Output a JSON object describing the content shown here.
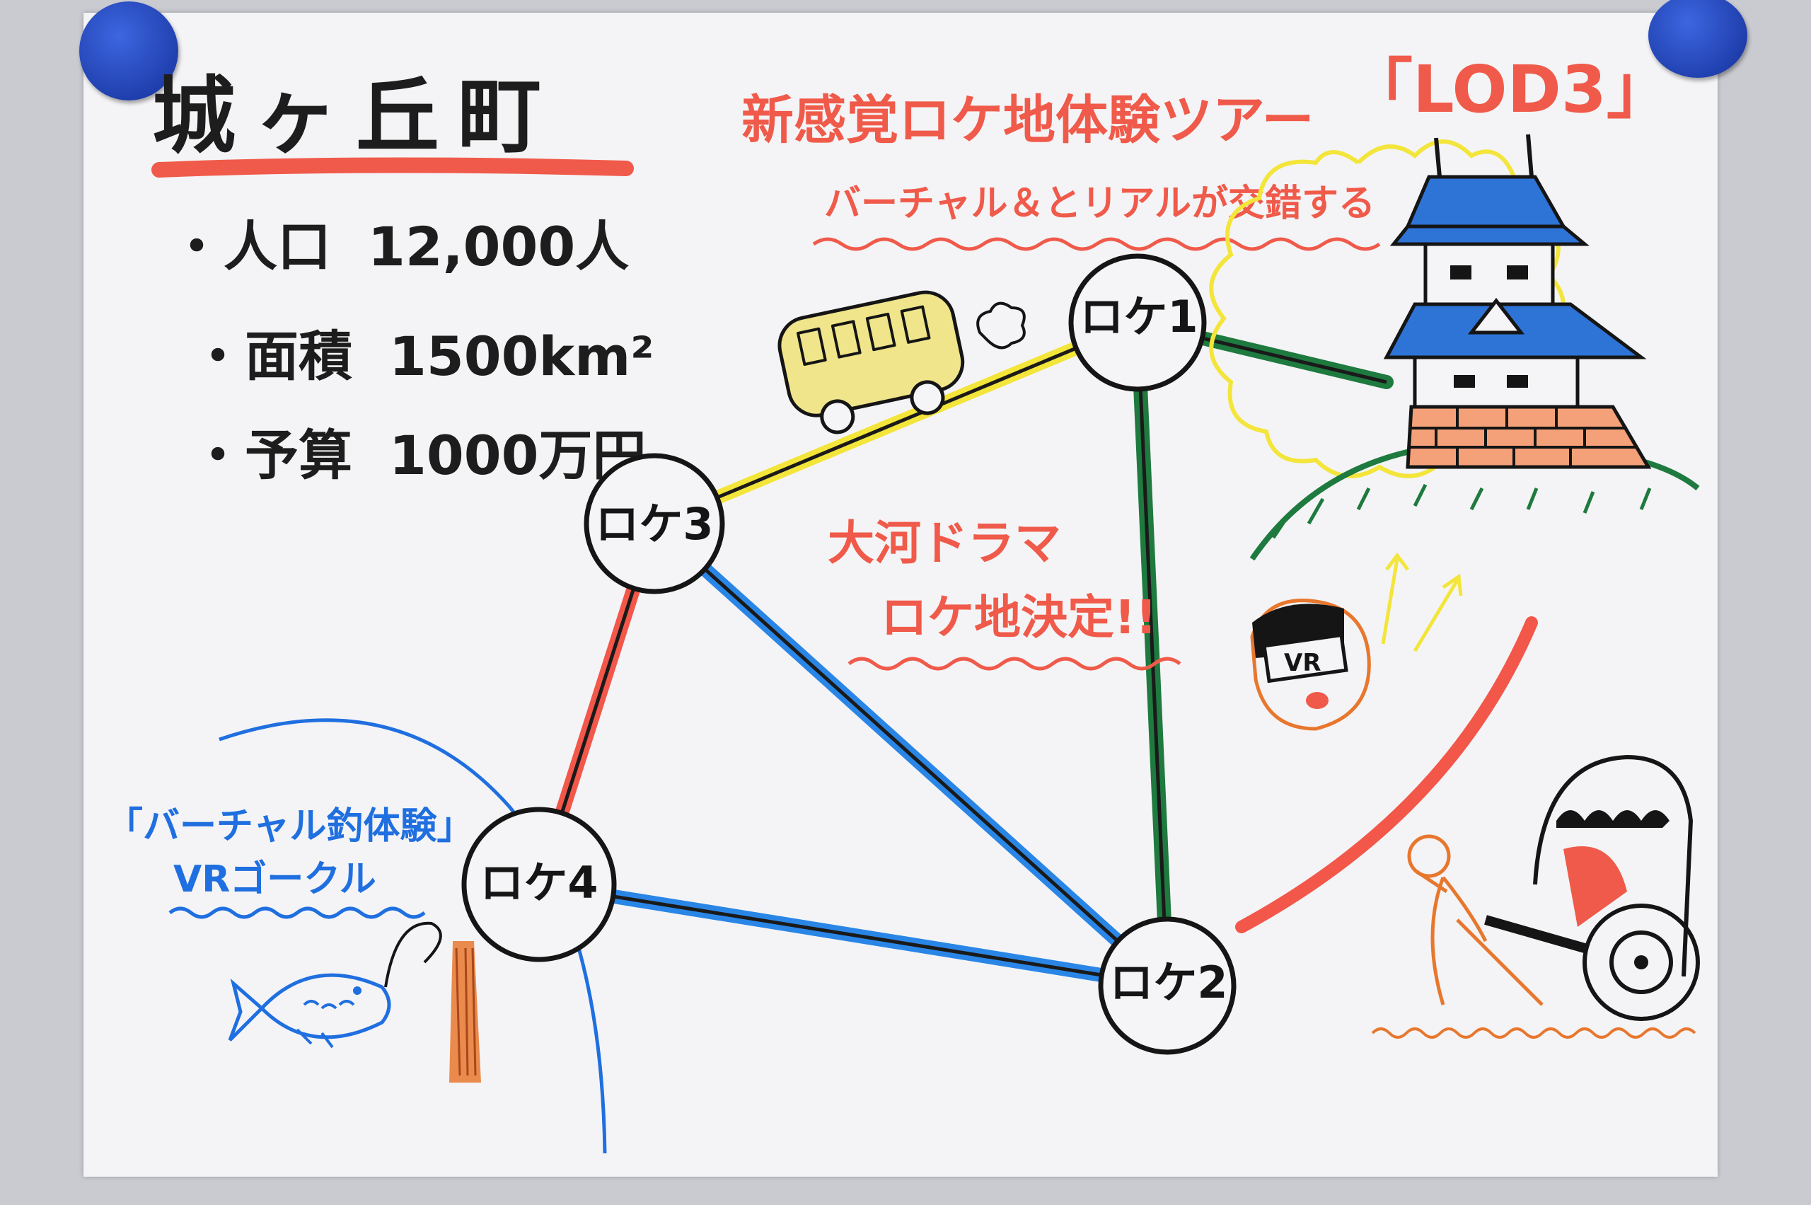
{
  "title": "城ヶ丘町",
  "stats": [
    {
      "label": "・人口",
      "value": "12,000人"
    },
    {
      "label": "・面積",
      "value": "1500km²"
    },
    {
      "label": "・予算",
      "value": "1000万円"
    }
  ],
  "tour": {
    "heading": "新感覚ロケ地体験ツアー",
    "name": "「LOD3」",
    "subtitle": "バーチャル＆とリアルが交錯する"
  },
  "drama_note": {
    "line1": "大河ドラマ",
    "line2": "ロケ地決定!!"
  },
  "fishing_note": {
    "line1": "「バーチャル釣体験」",
    "line2": "VRゴークル"
  },
  "vr_headset_label": "VR",
  "nodes": [
    {
      "id": "loc1",
      "label": "ロケ1"
    },
    {
      "id": "loc2",
      "label": "ロケ2"
    },
    {
      "id": "loc3",
      "label": "ロケ3"
    },
    {
      "id": "loc4",
      "label": "ロケ4"
    }
  ],
  "edges": [
    {
      "from": "loc3",
      "to": "loc1",
      "color": "#f3e53a"
    },
    {
      "from": "loc1",
      "to": "loc2",
      "color": "#1e7a3e"
    },
    {
      "from": "loc3",
      "to": "loc2",
      "color": "#2a86e6"
    },
    {
      "from": "loc4",
      "to": "loc2",
      "color": "#2a86e6"
    },
    {
      "from": "loc3",
      "to": "loc4",
      "color": "#f2574a"
    },
    {
      "from": "loc1",
      "to": "castle",
      "color": "#1e7a3e"
    }
  ],
  "colors": {
    "accent_red": "#f05a4a",
    "accent_blue": "#1f6fe0",
    "castle_roof": "#2e74d6",
    "yellow": "#f3e53a",
    "orange": "#e8772e"
  }
}
